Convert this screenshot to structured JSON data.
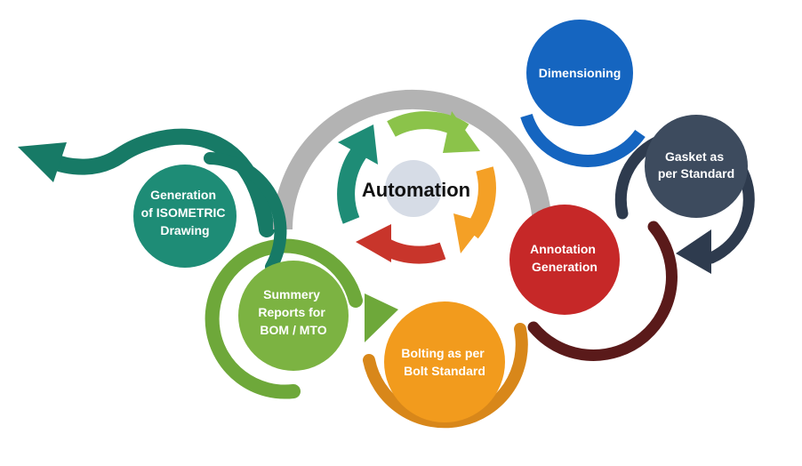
{
  "center": {
    "label": "Automation"
  },
  "nodes": {
    "dimensioning": {
      "lines": [
        "Dimensioning"
      ],
      "color": "#1565c0",
      "ring_color": "#1565c0"
    },
    "gasket": {
      "lines": [
        "Gasket as",
        "per Standard"
      ],
      "color": "#3d4b5e",
      "ring_color": "#2e3b4e"
    },
    "annotation": {
      "lines": [
        "Annotation",
        "Generation"
      ],
      "color": "#c62828",
      "ring_color": "#5a1a1a"
    },
    "bolting": {
      "lines": [
        "Bolting as per",
        "Bolt Standard"
      ],
      "color": "#f29b1d",
      "ring_color": "#d8871a"
    },
    "summery": {
      "lines": [
        "Summery",
        "Reports for",
        "BOM / MTO"
      ],
      "color": "#7cb342",
      "ring_color": "#6ea83a"
    },
    "isometric": {
      "lines": [
        "Generation",
        "of ISOMETRIC",
        "Drawing"
      ],
      "color": "#1e8c76",
      "ring_color": "#177a66"
    }
  },
  "colors": {
    "center_ring": "#b3b3b3",
    "center_disc": "#d6dce6",
    "cycle_green": "#8bc34a",
    "cycle_orange": "#f4a026",
    "cycle_red": "#c8352b",
    "cycle_teal": "#1e8c76"
  }
}
